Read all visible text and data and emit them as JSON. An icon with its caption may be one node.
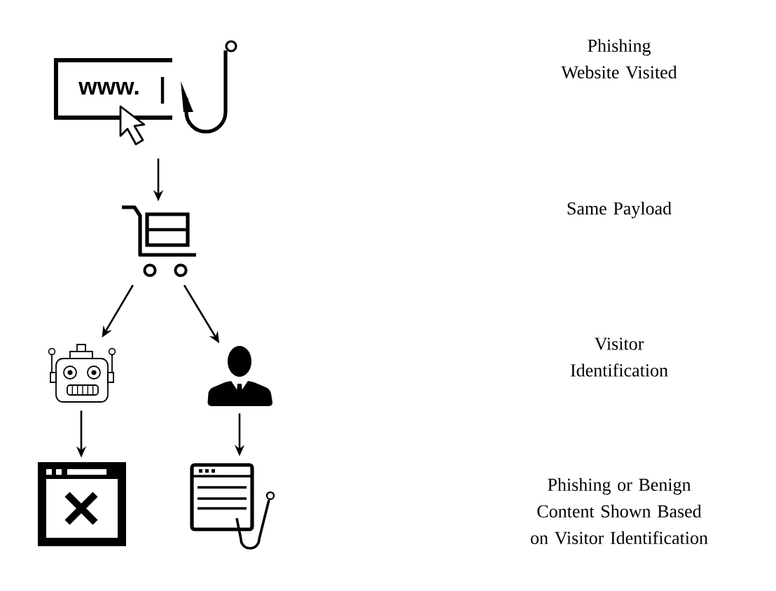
{
  "diagram": {
    "nodes": [
      {
        "text": [
          "www."
        ]
      },
      {
        "text": [],
        "shape": "picture"
      },
      {
        "text": [],
        "shape": "picture"
      },
      {
        "text": [],
        "shape": "person"
      },
      {
        "text": [],
        "shape": "picture"
      },
      {
        "text": [],
        "shape": "picture"
      }
    ],
    "edges": [
      {
        "from": 0,
        "to": 1,
        "arrow": "to"
      },
      {
        "from": 1,
        "to": 2,
        "arrow": "to"
      },
      {
        "from": 1,
        "to": 3,
        "arrow": "to"
      },
      {
        "from": 2,
        "to": 4,
        "arrow": "to"
      },
      {
        "from": 3,
        "to": 5,
        "arrow": "to"
      }
    ],
    "labels": [
      "Phishing Website Visited",
      "Same Payload",
      "Visitor Identification",
      "Phishing or Benign Content Shown Based on Visitor Identification"
    ]
  }
}
